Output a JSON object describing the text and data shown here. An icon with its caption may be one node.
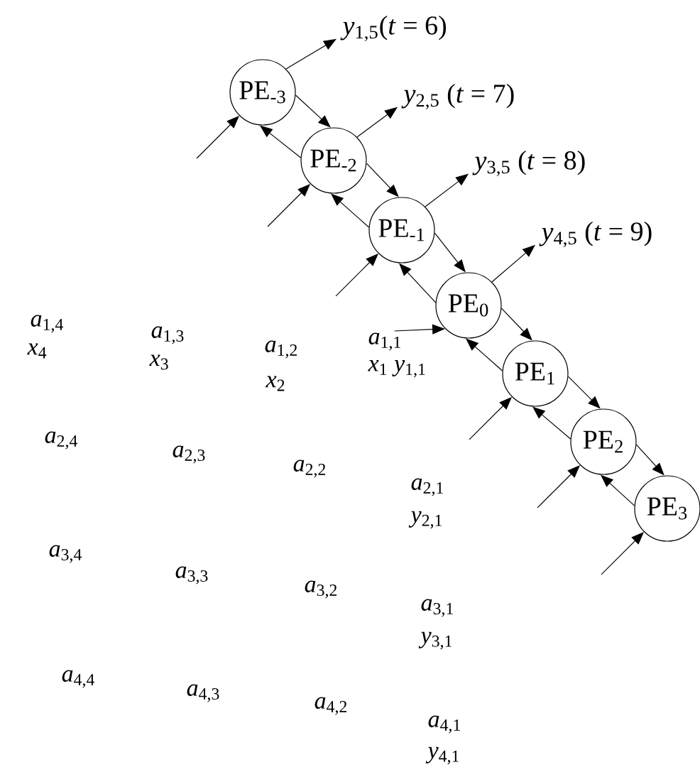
{
  "diagram": {
    "nodes": [
      {
        "text": [
          "PE$_{-3}$"
        ]
      },
      {
        "text": [
          "PE$_{-2}$"
        ]
      },
      {
        "text": [
          "PE$_{-1}$"
        ]
      },
      {
        "text": [
          "PE$_{0}$"
        ]
      },
      {
        "text": [
          "PE$_{1}$"
        ]
      },
      {
        "text": [
          "PE$_{2}$"
        ]
      },
      {
        "text": [
          "PE$_{3}$"
        ]
      },
      {
        "text": [
          "*y*$_{1,5}$(*t* = 6)"
        ]
      },
      {
        "text": [
          "*y*$_{2,5}$ (*t* = 7)"
        ]
      },
      {
        "text": [
          "*y*$_{3,5}$ (*t* = 8)"
        ]
      },
      {
        "text": [
          "*y*$_{4,5}$ (*t* = 9)"
        ]
      },
      {
        "text": [
          "*a*$_{1,1}$",
          "*x*$_{1}$ *y*$_{1,1}$"
        ]
      }
    ],
    "edges": [
      {
        "from": 0,
        "to": 1,
        "arrow": "to"
      },
      {
        "from": 1,
        "to": 0,
        "arrow": "to"
      },
      {
        "from": 1,
        "to": 2,
        "arrow": "to"
      },
      {
        "from": 2,
        "to": 1,
        "arrow": "to"
      },
      {
        "from": 2,
        "to": 3,
        "arrow": "to"
      },
      {
        "from": 3,
        "to": 2,
        "arrow": "to"
      },
      {
        "from": 3,
        "to": 4,
        "arrow": "to"
      },
      {
        "from": 4,
        "to": 3,
        "arrow": "to"
      },
      {
        "from": 4,
        "to": 5,
        "arrow": "to"
      },
      {
        "from": 5,
        "to": 4,
        "arrow": "to"
      },
      {
        "from": 5,
        "to": 6,
        "arrow": "to"
      },
      {
        "from": 6,
        "to": 5,
        "arrow": "to"
      },
      {
        "from": 0,
        "to": 7,
        "arrow": "to"
      },
      {
        "from": 1,
        "to": 8,
        "arrow": "to"
      },
      {
        "from": 2,
        "to": 9,
        "arrow": "to"
      },
      {
        "from": 3,
        "to": 10,
        "arrow": "to"
      },
      {
        "from": null,
        "to": 0,
        "arrow": "to"
      },
      {
        "from": null,
        "to": 1,
        "arrow": "to"
      },
      {
        "from": null,
        "to": 2,
        "arrow": "to"
      },
      {
        "from": 11,
        "to": 3,
        "arrow": "to"
      },
      {
        "from": null,
        "to": 4,
        "arrow": "to"
      },
      {
        "from": null,
        "to": 5,
        "arrow": "to"
      },
      {
        "from": null,
        "to": 6,
        "arrow": "to"
      }
    ],
    "labels": [
      "*a*$_{1,4}$",
      "*a*$_{1,3}$",
      "*a*$_{1,2}$",
      "*x*$_{4}$",
      "*x*$_{3}$",
      "*x*$_{2}$",
      "*a*$_{2,4}$",
      "*a*$_{2,3}$",
      "*a*$_{2,2}$",
      "*a*$_{2,1}$",
      "*y*$_{2,1}$",
      "*a*$_{3,4}$",
      "*a*$_{3,3}$",
      "*a*$_{3,2}$",
      "*a*$_{3,1}$",
      "*y*$_{3,1}$",
      "*a*$_{4,4}$",
      "*a*$_{4,3}$",
      "*a*$_{4,2}$",
      "*a*$_{4,1}$",
      "*y*$_{4,1}$"
    ]
  }
}
